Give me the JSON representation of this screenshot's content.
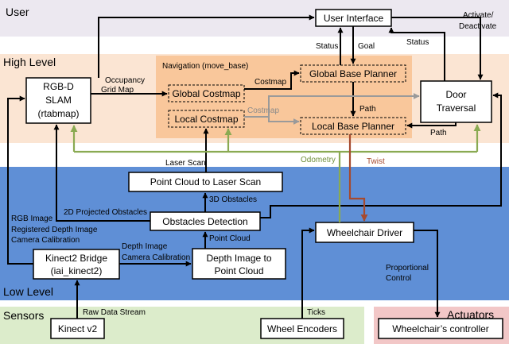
{
  "layers": {
    "user": "User",
    "high_level": "High Level",
    "low_level": "Low Level",
    "sensors": "Sensors",
    "actuators": "Actuators"
  },
  "navigation_group": "Navigation (move_base)",
  "nodes": {
    "user_interface": "User Interface",
    "rgbd_slam": [
      "RGB-D",
      "SLAM",
      "(rtabmap)"
    ],
    "global_costmap": "Global Costmap",
    "local_costmap": "Local Costmap",
    "global_base_planner": "Global Base Planner",
    "local_base_planner": "Local Base Planner",
    "door_traversal": [
      "Door",
      "Traversal"
    ],
    "point_cloud_to_laser_scan": "Point Cloud to Laser Scan",
    "obstacles_detection": "Obstacles Detection",
    "wheelchair_driver": "Wheelchair Driver",
    "kinect2_bridge": [
      "Kinect2 Bridge",
      "(iai_kinect2)"
    ],
    "depth_image_to_point_cloud": [
      "Depth Image to",
      "Point Cloud"
    ],
    "kinect_v2": "Kinect v2",
    "wheel_encoders": "Wheel Encoders",
    "wheelchairs_controller": "Wheelchair’s controller"
  },
  "edge_labels": {
    "status_left": "Status",
    "goal": "Goal",
    "status_right": "Status",
    "activate_deactivate": [
      "Activate/",
      "Deactivate"
    ],
    "occupancy_grid_map": [
      "Occupancy",
      "Grid Map"
    ],
    "costmap_top": "Costmap",
    "costmap_gray": "Costmap",
    "path_top": "Path",
    "path_right": "Path",
    "laser_scan": "Laser Scan",
    "odometry": "Odometry",
    "twist": "Twist",
    "obstacles_3d": "3D Obstacles",
    "projected_obstacles_2d": "2D Projected Obstacles",
    "point_cloud": "Point Cloud",
    "kinect_outputs": [
      "RGB Image",
      "Registered Depth Image",
      "Camera Calibration"
    ],
    "depth_outputs": [
      "Depth Image",
      "Camera Calibration"
    ],
    "raw_data_stream": "Raw Data Stream",
    "ticks": "Ticks",
    "proportional_control": [
      "Proportional",
      "Control"
    ]
  },
  "colors": {
    "user_band": "#ece8f0",
    "high_band": "#fbe5d3",
    "navigation_box": "#f9c79b",
    "low_band": "#5f8fd6",
    "sensors_band": "#dceccb",
    "actuators_band": "#f2c7c7",
    "odometry_arrow": "#8aaa52",
    "twist_arrow": "#a54a2f",
    "costmap_gray_arrow": "#9a9a9a"
  }
}
